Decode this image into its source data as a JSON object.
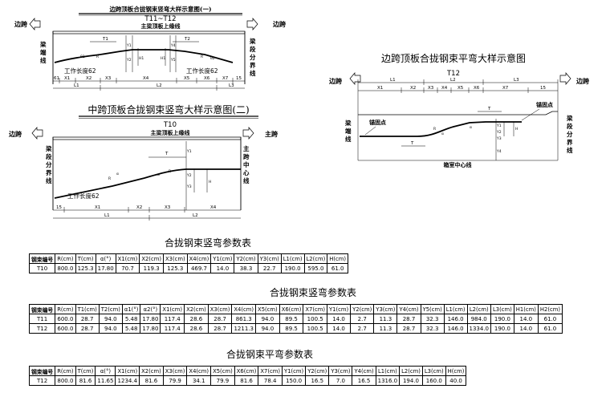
{
  "d1": {
    "title": "边跨顶板合拢钢束竖弯大样示意图(一)",
    "label_left": "边跨",
    "label_right": "边跨",
    "beam": "T11~T12",
    "line": "主梁顶板上缘线",
    "side_left": "梁端线",
    "side_right": "梁段分界线",
    "work_len": "工作长度62",
    "dims": [
      "X1",
      "X2",
      "X3",
      "X4",
      "X5",
      "X6",
      "X7",
      "15",
      "L1",
      "L2",
      "L3",
      "T1",
      "T2",
      "θ1",
      "θ2",
      "Y1",
      "Y2",
      "Y3",
      "Y4",
      "Y5",
      "H1",
      "H2"
    ]
  },
  "d2": {
    "title": "中跨顶板合拢钢束竖弯大样示意图(二)",
    "label_left": "边跨",
    "label_right": "主跨",
    "beam": "T10",
    "line": "主梁顶板上缘线",
    "side_left": "梁段分界线",
    "side_right": "主跨中心线",
    "work_len": "工作长度62",
    "dims": [
      "15",
      "X1",
      "X2",
      "X3",
      "X4",
      "L1",
      "L2",
      "T",
      "α",
      "Y1",
      "Y2",
      "Y3",
      "H"
    ]
  },
  "d3": {
    "title": "边跨顶板合拢钢束平弯大样示意图",
    "label_left": "边跨",
    "label_right": "边跨",
    "beam": "T12",
    "side_left": "梁端线",
    "side_right": "梁段分界线",
    "anchor": "锚固点",
    "center": "箱室中心线",
    "dims": [
      "L1",
      "L2",
      "L3",
      "X1",
      "X2",
      "X3",
      "X4",
      "X5",
      "X6",
      "X7",
      "15",
      "T",
      "α",
      "Y1",
      "Y2",
      "Y3",
      "Y4",
      "H"
    ]
  },
  "table1": {
    "title": "合拢钢束竖弯参数表",
    "header": [
      "钢束编号",
      "R(cm)",
      "T(cm)",
      "α(°)",
      "X1(cm)",
      "X2(cm)",
      "X3(cm)",
      "X4(cm)",
      "Y1(cm)",
      "Y2(cm)",
      "Y3(cm)",
      "L1(cm)",
      "L2(cm)",
      "H(cm)"
    ],
    "rows": [
      [
        "T10",
        "800.0",
        "125.3",
        "17.80",
        "70.7",
        "119.3",
        "125.3",
        "469.7",
        "14.0",
        "38.3",
        "22.7",
        "190.0",
        "595.0",
        "61.0"
      ]
    ]
  },
  "table2": {
    "title": "合拢钢束竖弯参数表",
    "header": [
      "钢束编号",
      "R(cm)",
      "T1(cm)",
      "T2(cm)",
      "α1(°)",
      "α2(°)",
      "X1(cm)",
      "X2(cm)",
      "X3(cm)",
      "X4(cm)",
      "X5(cm)",
      "X6(cm)",
      "X7(cm)",
      "Y1(cm)",
      "Y2(cm)",
      "Y3(cm)",
      "Y4(cm)",
      "Y5(cm)",
      "L1(cm)",
      "L2(cm)",
      "L3(cm)",
      "H1(cm)",
      "H2(cm)"
    ],
    "rows": [
      [
        "T11",
        "600.0",
        "28.7",
        "94.0",
        "5.48",
        "17.80",
        "117.4",
        "28.6",
        "28.7",
        "861.3",
        "94.0",
        "89.5",
        "100.5",
        "14.0",
        "2.7",
        "11.3",
        "28.7",
        "32.3",
        "146.0",
        "984.0",
        "190.0",
        "14.0",
        "61.0"
      ],
      [
        "T12",
        "600.0",
        "28.7",
        "94.0",
        "5.48",
        "17.80",
        "117.4",
        "28.6",
        "28.7",
        "1211.3",
        "94.0",
        "89.5",
        "100.5",
        "14.0",
        "2.7",
        "11.3",
        "28.7",
        "32.3",
        "146.0",
        "1334.0",
        "190.0",
        "14.0",
        "61.0"
      ]
    ]
  },
  "table3": {
    "title": "合拢钢束平弯参数表",
    "header": [
      "钢束编号",
      "R(cm)",
      "T(cm)",
      "α(°)",
      "X1(cm)",
      "X2(cm)",
      "X3(cm)",
      "X4(cm)",
      "X5(cm)",
      "X6(cm)",
      "X7(cm)",
      "Y1(cm)",
      "Y2(cm)",
      "Y3(cm)",
      "Y4(cm)",
      "L1(cm)",
      "L2(cm)",
      "L3(cm)",
      "H(cm)"
    ],
    "rows": [
      [
        "T12",
        "800.0",
        "81.6",
        "11.65",
        "1234.4",
        "81.6",
        "79.9",
        "34.1",
        "79.9",
        "81.6",
        "78.4",
        "150.0",
        "16.5",
        "7.0",
        "16.5",
        "1316.0",
        "194.0",
        "160.0",
        "40.0"
      ]
    ]
  }
}
